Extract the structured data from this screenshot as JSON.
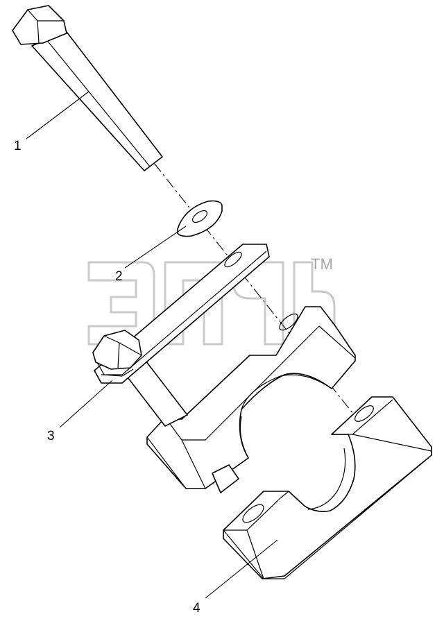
{
  "callouts": [
    {
      "id": "1",
      "label": "1"
    },
    {
      "id": "2",
      "label": "2"
    },
    {
      "id": "3",
      "label": "3"
    },
    {
      "id": "4",
      "label": "4"
    }
  ],
  "watermark": {
    "trademark": "TM"
  },
  "colors": {
    "line": "#000000",
    "background": "#ffffff",
    "watermark": "#b8b8b8"
  }
}
